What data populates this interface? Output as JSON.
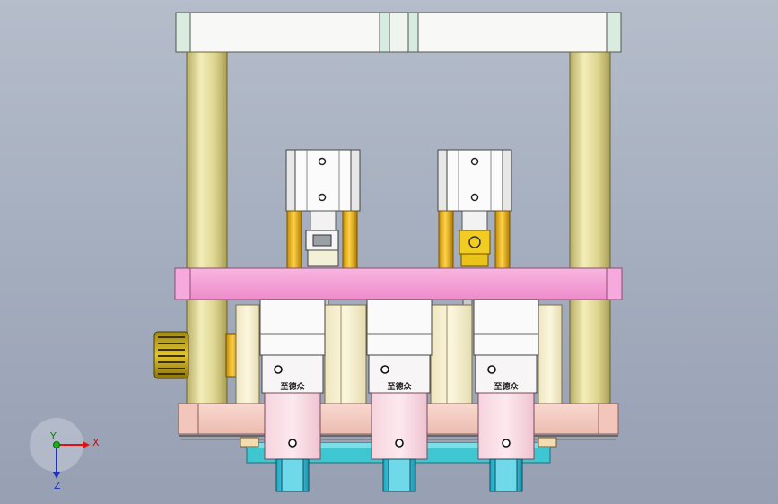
{
  "module_labels": [
    "至德众",
    "至德众",
    "至德众"
  ],
  "triad": {
    "x_label": "X",
    "y_label": "Y",
    "z_label": "Z"
  },
  "colors": {
    "frame_white": "#f7f7f4",
    "pillar_yellow": "#e2da9a",
    "plate_pink": "#f49bd4",
    "base_salmon": "#f3c9bf",
    "bottom_cyan": "#39c7d1",
    "rod_gold": "#e9b40e",
    "cylinder_white": "#f9f9f9"
  }
}
